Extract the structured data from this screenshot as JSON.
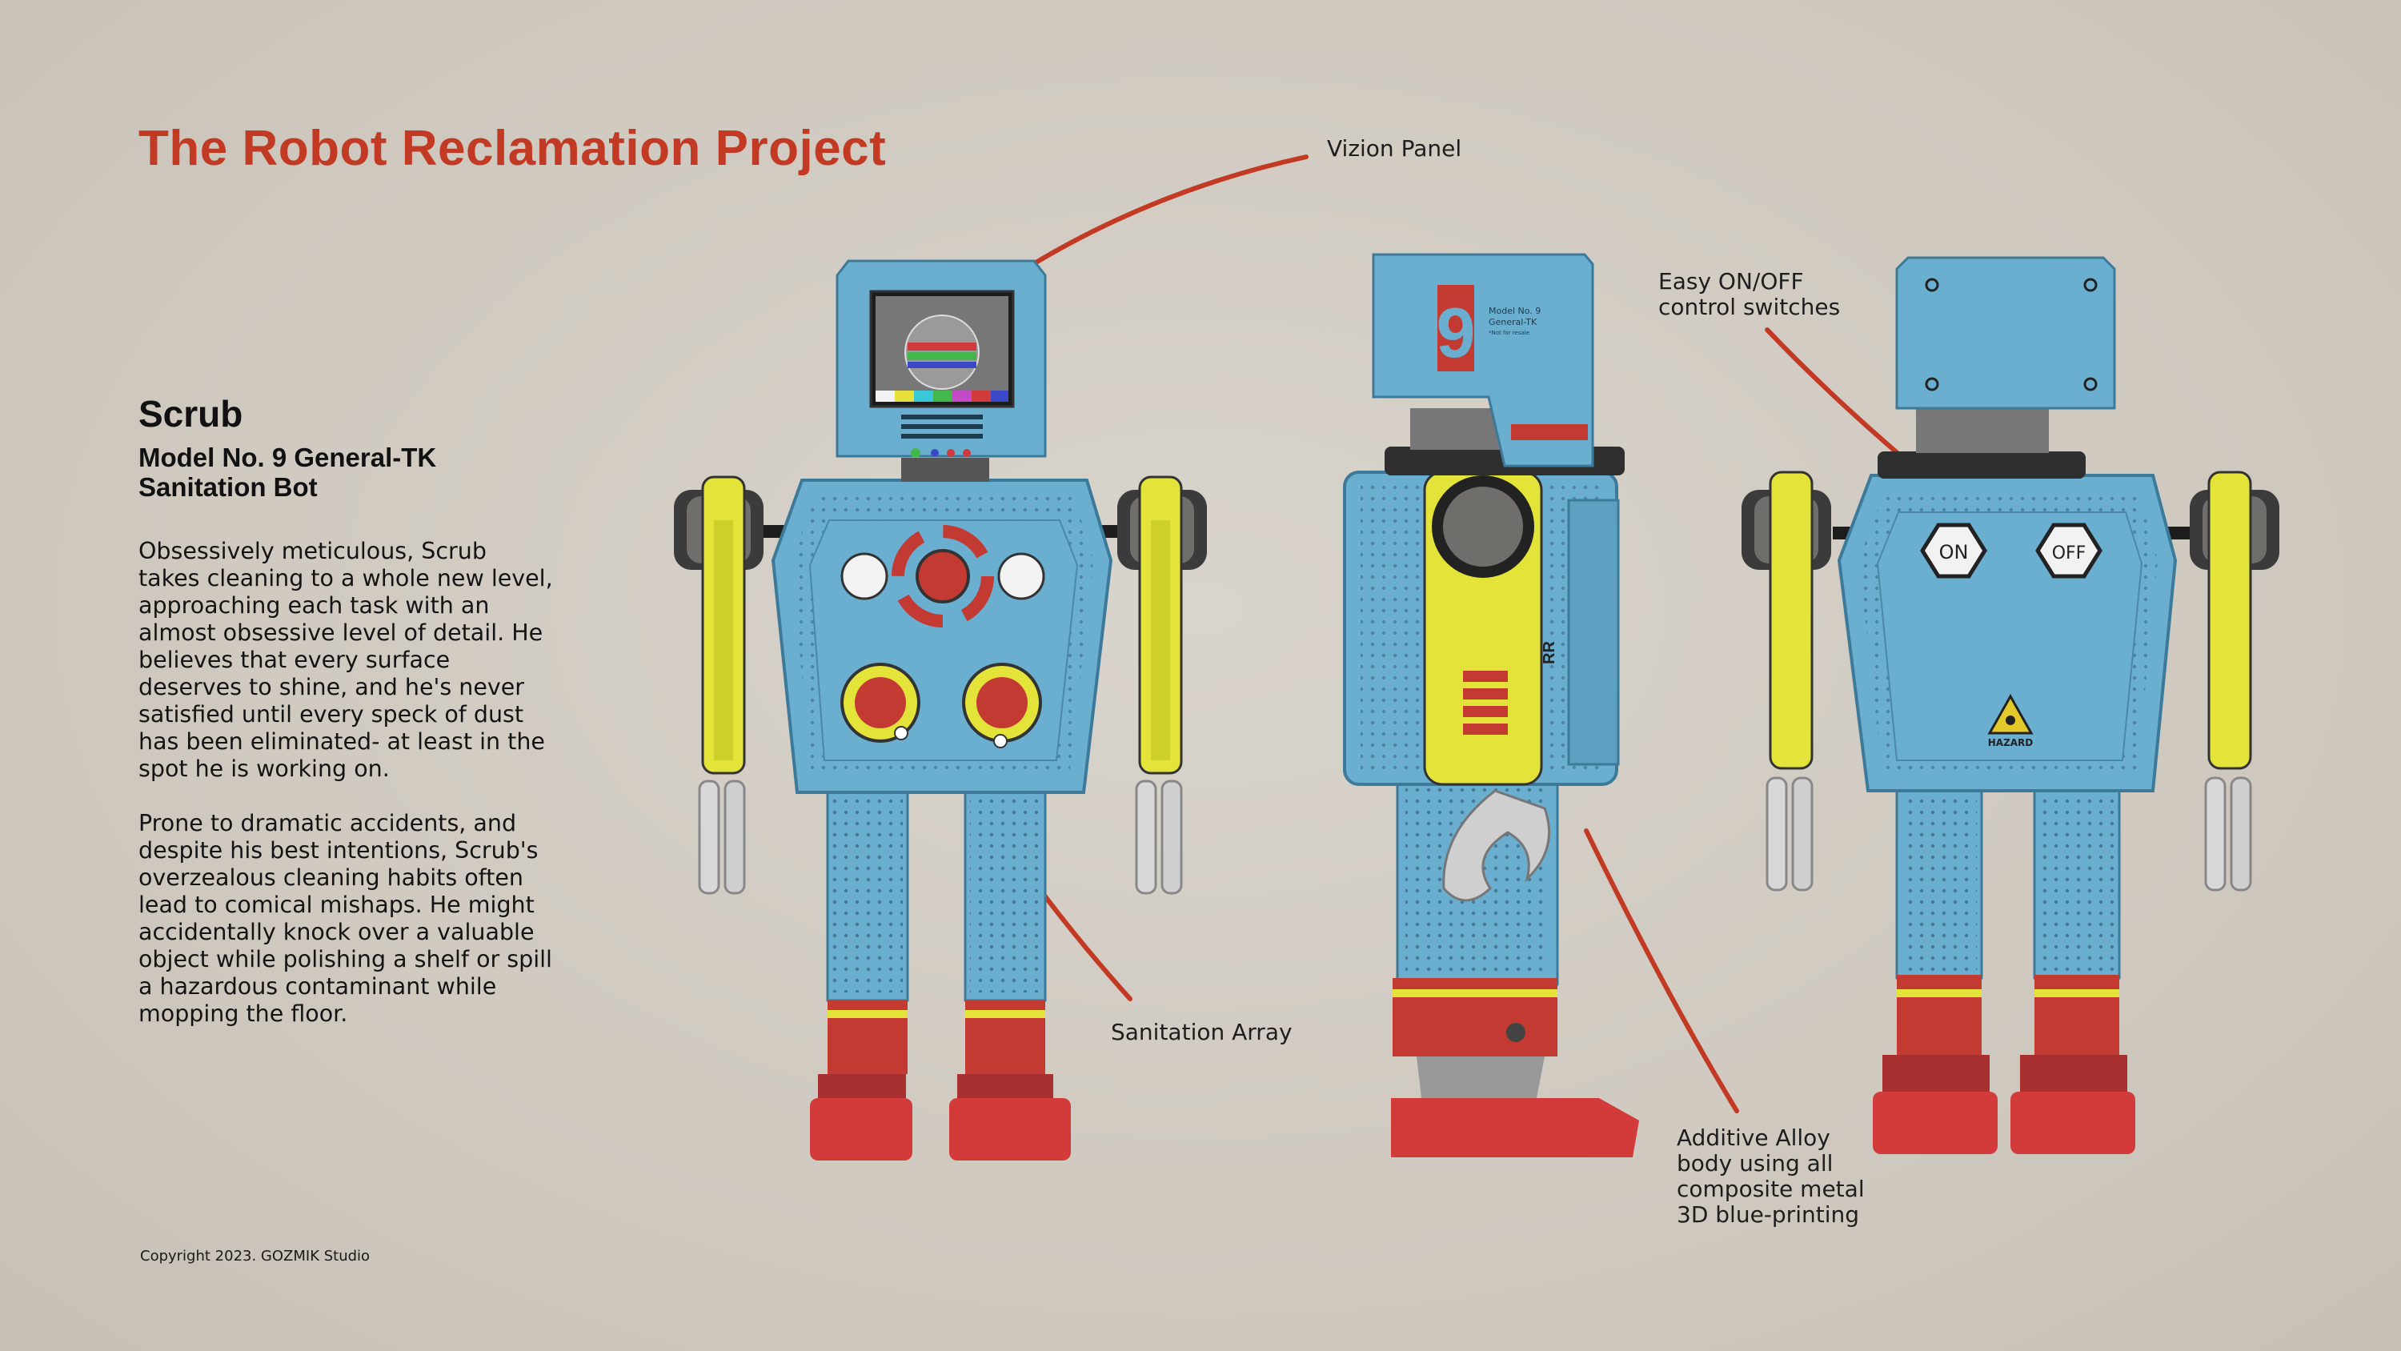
{
  "title": "The Robot Reclamation Project",
  "robot": {
    "name": "Scrub",
    "model_line1": "Model No. 9 General-TK",
    "model_line2": "Sanitation Bot",
    "paragraph1": "Obsessively meticulous, Scrub takes cleaning to a whole new level, approaching each task with an almost obsessive level of detail. He believes that every surface deserves to shine, and he's never satisfied until every speck of dust has been eliminated- at least in the spot he is working on.",
    "paragraph2": "Prone to dramatic accidents, and despite his best intentions, Scrub's overzealous cleaning habits often lead to comical mishaps. He might accidentally knock over a valuable object while polishing a shelf or spill a hazardous contaminant while mopping the floor."
  },
  "callouts": {
    "vizion_panel": "Vizion Panel",
    "switches_line1": "Easy ON/OFF",
    "switches_line2": "control switches",
    "sanitation_array": "Sanitation Array",
    "alloy_line1": "Additive Alloy",
    "alloy_line2": "body using all",
    "alloy_line3": "composite metal",
    "alloy_line4": "3D blue-printing"
  },
  "side_view": {
    "number": "9",
    "plate_line1": "Model No. 9",
    "plate_line2": "General-TK",
    "plate_line3": "*Not for resale",
    "mark": "RR"
  },
  "back_view": {
    "on_label": "ON",
    "off_label": "OFF",
    "hazard_label": "HAZARD"
  },
  "copyright": "Copyright 2023. GOZMIK Studio",
  "colors": {
    "accent_red": "#c23a24",
    "robot_blue": "#6aaed0",
    "arm_yellow": "#e4e33a",
    "foot_red": "#d23b3a",
    "background": "#d2ccc3"
  }
}
